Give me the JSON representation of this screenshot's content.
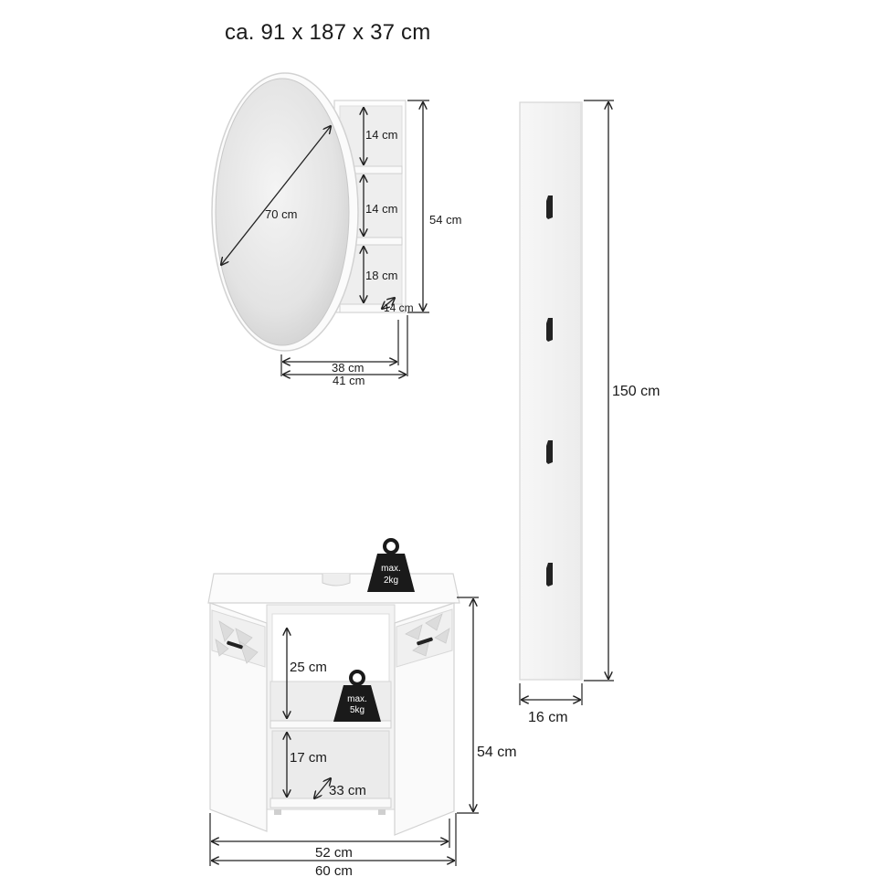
{
  "title": "ca. 91 x 187 x 37 cm",
  "mirror_cabinet": {
    "diameter": "70 cm",
    "shelf_top": "14 cm",
    "shelf_mid": "14 cm",
    "shelf_bottom": "18 cm",
    "depth_inner": "14 cm",
    "height": "54 cm",
    "width_inner": "38 cm",
    "width_outer": "41 cm"
  },
  "coat_rack": {
    "height": "150 cm",
    "width": "16 cm",
    "hook_count": 4
  },
  "vanity": {
    "top_load": "max.\n2kg",
    "top_load_line1": "max.",
    "top_load_line2": "2kg",
    "shelf_load_line1": "max.",
    "shelf_load_line2": "5kg",
    "upper_height": "25 cm",
    "lower_height": "17 cm",
    "depth": "33 cm",
    "height": "54 cm",
    "width_inner": "52 cm",
    "width_outer": "60 cm"
  },
  "colors": {
    "body": "#ffffff",
    "outline": "#d8d8d8",
    "shadow": "#e9e9e9",
    "interior": "#eeeeee",
    "hook": "#222222",
    "dimension": "#1a1a1a"
  }
}
